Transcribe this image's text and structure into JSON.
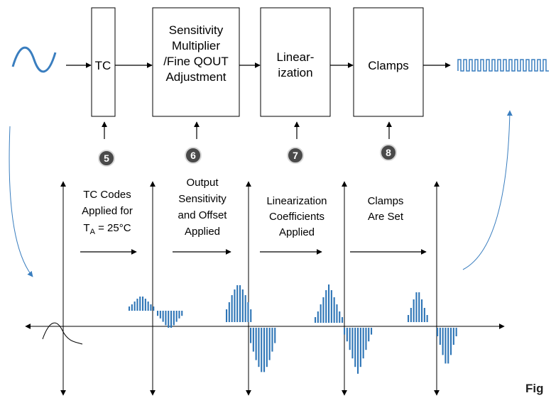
{
  "blocks": [
    {
      "lines": [
        "TC"
      ]
    },
    {
      "lines": [
        "Sensitivity",
        "Multiplier",
        "/Fine QOUT",
        "Adjustment"
      ]
    },
    {
      "lines": [
        "Linear-",
        "ization"
      ]
    },
    {
      "lines": [
        "Clamps"
      ]
    }
  ],
  "step_numbers": [
    "5",
    "6",
    "7",
    "8"
  ],
  "steps": [
    {
      "lines": [
        "TC Codes",
        "Applied for"
      ],
      "last_main": "T",
      "last_sub": "A",
      "last_rest": " = 25°C"
    },
    {
      "lines": [
        "Output",
        "Sensitivity",
        "and Offset",
        "Applied"
      ]
    },
    {
      "lines": [
        "Linearization",
        "Coefficients",
        "Applied"
      ]
    },
    {
      "lines": [
        "Clamps",
        "Are Set"
      ]
    }
  ],
  "figure_label": "Fig",
  "colors": {
    "accent": "#3a7ebf",
    "bars": "#2e75b6",
    "circle": "#4a4a4a"
  },
  "waveforms": [
    {
      "pos": [
        6,
        9,
        13,
        17,
        20,
        20,
        17,
        13,
        9,
        6
      ],
      "neg": [
        6,
        9,
        13,
        17,
        20,
        20,
        17,
        13,
        9,
        6
      ]
    },
    {
      "pos": [
        18,
        28,
        38,
        46,
        52,
        52,
        46,
        38,
        28,
        18
      ],
      "neg": [
        18,
        28,
        38,
        46,
        52,
        52,
        46,
        38,
        28,
        18
      ]
    },
    {
      "pos": [
        8,
        16,
        26,
        36,
        46,
        54,
        46,
        36,
        26,
        16,
        8
      ],
      "neg": [
        8,
        16,
        26,
        36,
        46,
        54,
        46,
        36,
        26,
        16,
        8
      ]
    },
    {
      "pos": [
        10,
        20,
        32,
        42,
        42,
        32,
        20,
        10
      ],
      "neg": [
        10,
        20,
        32,
        42,
        42,
        32,
        20,
        10
      ]
    }
  ]
}
